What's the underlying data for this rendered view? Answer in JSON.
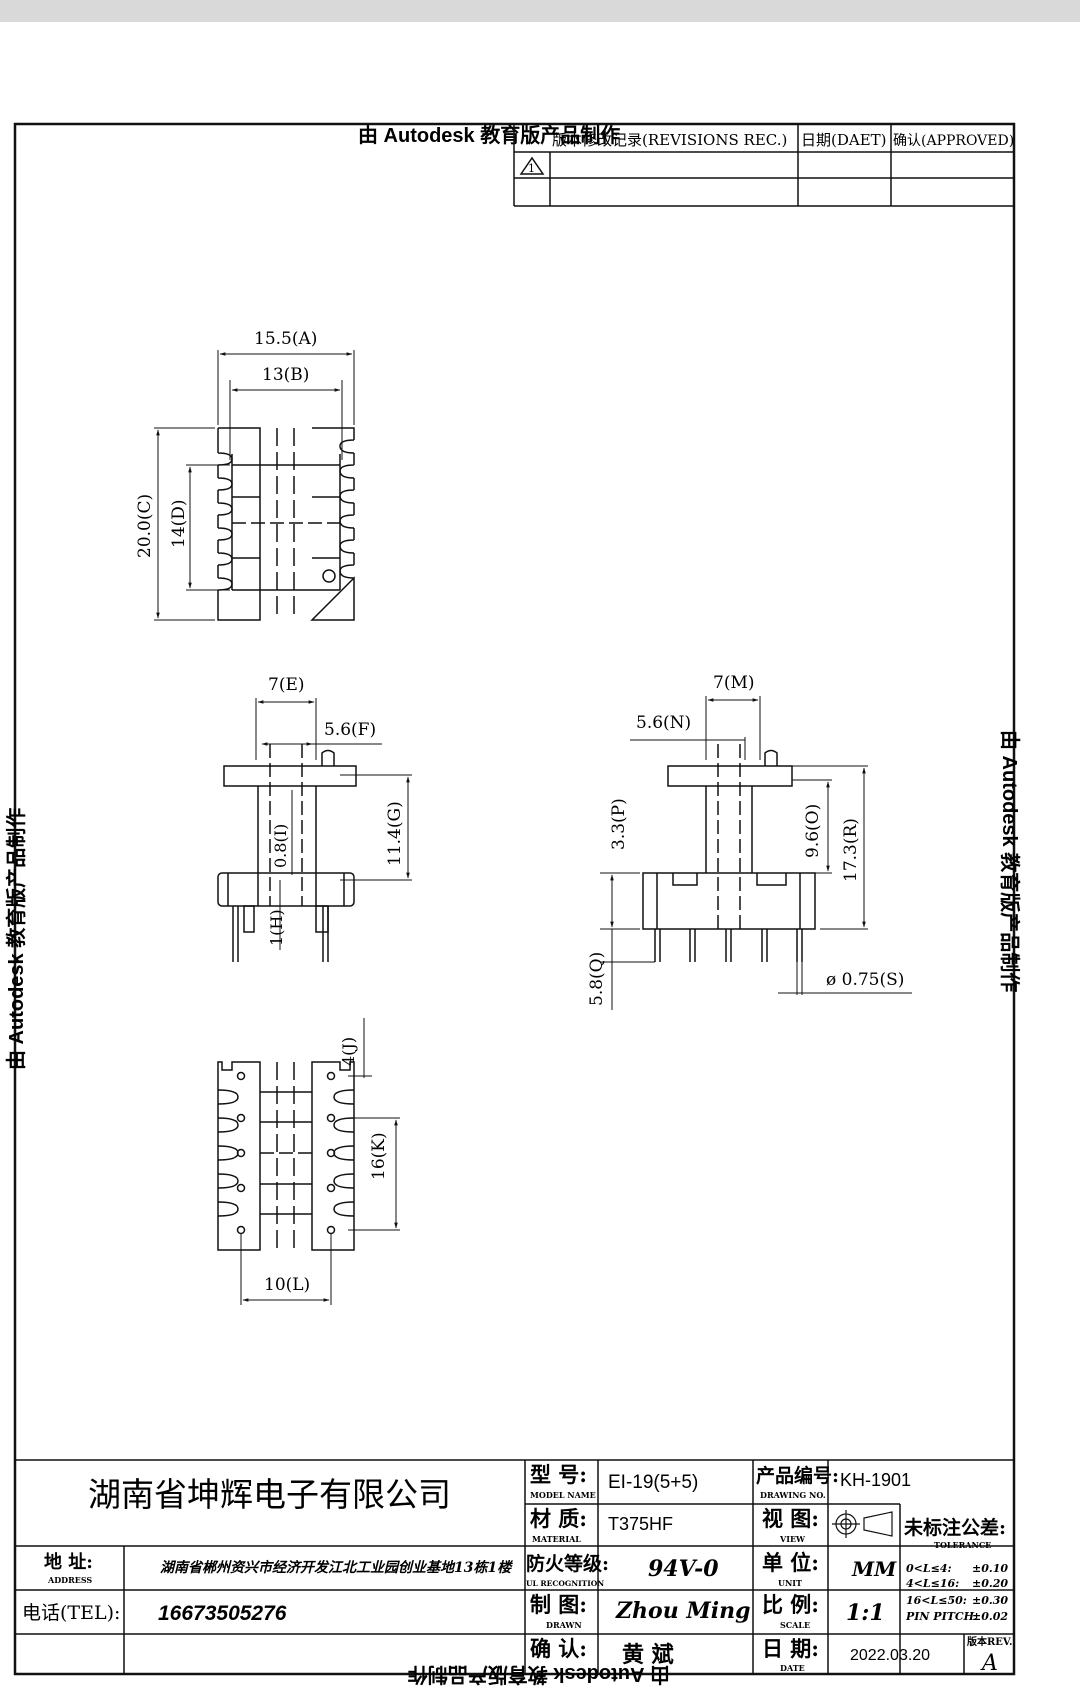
{
  "watermark": {
    "top": "由 Autodesk 教育版产品制作",
    "left": "由 Autodesk 教育版产品制作",
    "right": "由 Autodesk 教育版产品制作",
    "bottom": "由 Autodesk 教育版产品制作"
  },
  "revisions": {
    "header_rev": "版本修改记录(REVISIONS REC.)",
    "header_date": "日期(DAET)",
    "header_approved": "确认(APPROVED)",
    "rev_mark": "1"
  },
  "dimensions": {
    "A": "15.5(A)",
    "B": "13(B)",
    "C": "20.0(C)",
    "D": "14(D)",
    "E": "7(E)",
    "F": "5.6(F)",
    "G": "11.4(G)",
    "H": "1(H)",
    "I": "0.8(I)",
    "J": "4(J)",
    "K": "16(K)",
    "L": "10(L)",
    "M": "7(M)",
    "N": "5.6(N)",
    "O": "9.6(O)",
    "P": "3.3(P)",
    "Q": "5.8(Q)",
    "R": "17.3(R)",
    "S": "ø 0.75(S)"
  },
  "title_block": {
    "company": "湖南省坤辉电子有限公司",
    "address_label": "地 址:",
    "address_label_en": "ADDRESS",
    "address_value": "湖南省郴州资兴市经济开发江北工业园创业基地13栋1楼",
    "tel_label": "电话(TEL):",
    "tel_value": "16673505276",
    "model_label": "型 号:",
    "model_label_en": "MODEL NAME",
    "model_value": "EI-19(5+5)",
    "material_label": "材 质:",
    "material_label_en": "MATERIAL",
    "material_value": "T375HF",
    "fire_label": "防火等级:",
    "fire_label_en": "UL RECOGNITION",
    "fire_value": "94V-0",
    "drawn_label": "制 图:",
    "drawn_label_en": "DRAWN",
    "drawn_value": "Zhou Ming",
    "check_label": "确 认:",
    "check_value": "黄 斌",
    "drawing_no_label": "产品编号:",
    "drawing_no_label_en": "DRAWING NO.",
    "drawing_no_value": "KH-1901",
    "view_label": "视 图:",
    "view_label_en": "VIEW",
    "unit_label": "单 位:",
    "unit_label_en": "UNIT",
    "unit_value": "MM",
    "scale_label": "比 例:",
    "scale_label_en": "SCALE",
    "scale_value": "1:1",
    "date_label": "日 期:",
    "date_label_en": "DATE",
    "date_value": "2022.03.20",
    "tolerance_title": "未标注公差:",
    "tolerance_en": "TOLERANCE",
    "tolerance_rows": [
      {
        "range": "0<L≤4:",
        "value": "±0.10"
      },
      {
        "range": "4<L≤16:",
        "value": "±0.20"
      },
      {
        "range": "16<L≤50:",
        "value": "±0.30"
      },
      {
        "range": "PIN PITCH:",
        "value": "±0.02"
      }
    ],
    "rev_label": "版本REV.",
    "rev_value": "A"
  }
}
